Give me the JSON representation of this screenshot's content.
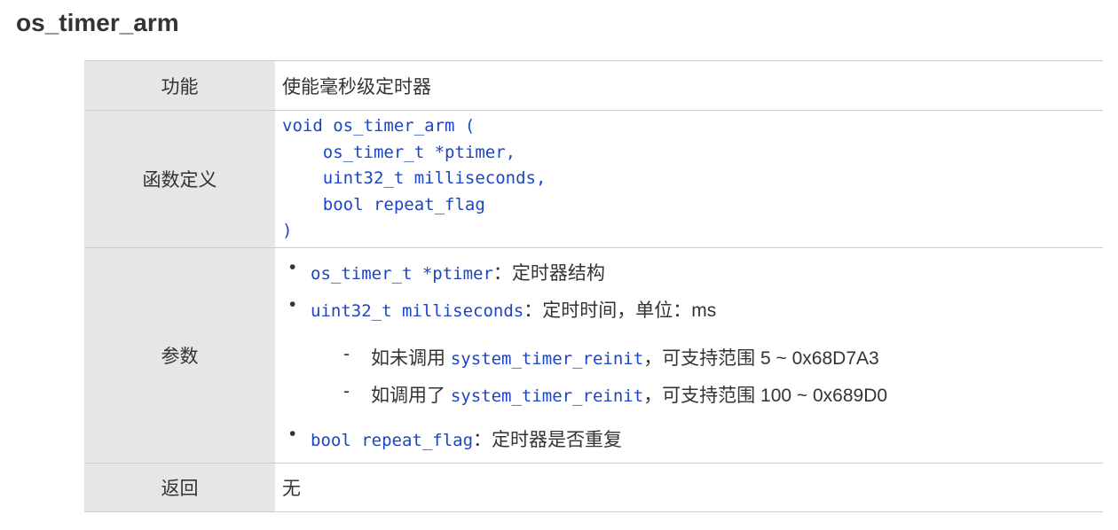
{
  "title": "os_timer_arm",
  "rows": {
    "func": {
      "key": "功能",
      "value": "使能毫秒级定时器"
    },
    "def": {
      "key": "函数定义",
      "code": "void os_timer_arm (\n    os_timer_t *ptimer,\n    uint32_t milliseconds,\n    bool repeat_flag\n)"
    },
    "params": {
      "key": "参数",
      "p1": {
        "code": "os_timer_t *ptimer",
        "desc": "：定时器结构"
      },
      "p2": {
        "code": "uint32_t milliseconds",
        "desc": "：定时时间，单位：ms",
        "sub": [
          {
            "pre": "如未调用 ",
            "code": "system_timer_reinit",
            "post": "，可支持范围 5 ~ 0x68D7A3"
          },
          {
            "pre": "如调用了 ",
            "code": "system_timer_reinit",
            "post": "，可支持范围 100 ~ 0x689D0"
          }
        ]
      },
      "p3": {
        "code": "bool repeat_flag",
        "desc": "：定时器是否重复"
      }
    },
    "ret": {
      "key": "返回",
      "value": "无"
    }
  }
}
